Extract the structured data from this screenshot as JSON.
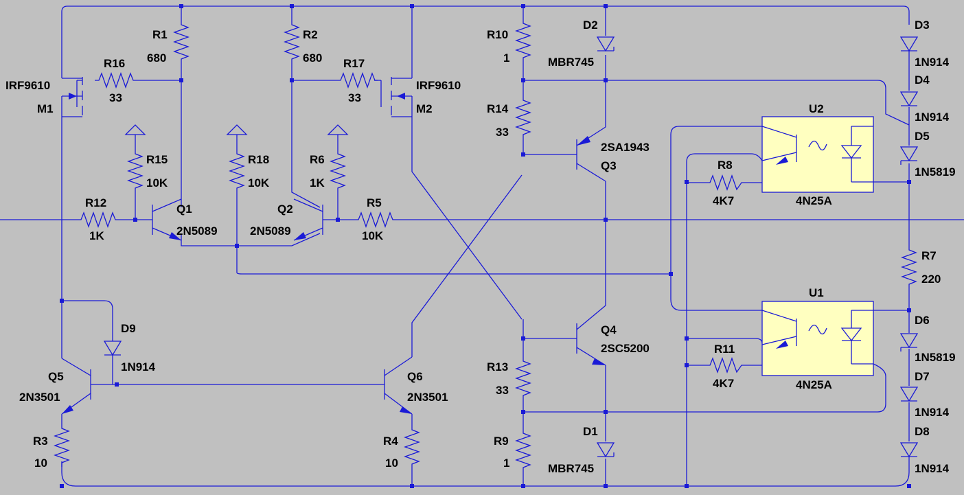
{
  "components": {
    "R1": {
      "ref": "R1",
      "value": "680"
    },
    "R2": {
      "ref": "R2",
      "value": "680"
    },
    "R3": {
      "ref": "R3",
      "value": "10"
    },
    "R4": {
      "ref": "R4",
      "value": "10"
    },
    "R5": {
      "ref": "R5",
      "value": "10K"
    },
    "R6": {
      "ref": "R6",
      "value": "1K"
    },
    "R7": {
      "ref": "R7",
      "value": "220"
    },
    "R8": {
      "ref": "R8",
      "value": "4K7"
    },
    "R9": {
      "ref": "R9",
      "value": "1"
    },
    "R10": {
      "ref": "R10",
      "value": "1"
    },
    "R11": {
      "ref": "R11",
      "value": "4K7"
    },
    "R12": {
      "ref": "R12",
      "value": "1K"
    },
    "R13": {
      "ref": "R13",
      "value": "33"
    },
    "R14": {
      "ref": "R14",
      "value": "33"
    },
    "R15": {
      "ref": "R15",
      "value": "10K"
    },
    "R16": {
      "ref": "R16",
      "value": "33"
    },
    "R17": {
      "ref": "R17",
      "value": "33"
    },
    "R18": {
      "ref": "R18",
      "value": "10K"
    },
    "M1": {
      "ref": "M1",
      "value": "IRF9610"
    },
    "M2": {
      "ref": "M2",
      "value": "IRF9610"
    },
    "Q1": {
      "ref": "Q1",
      "value": "2N5089"
    },
    "Q2": {
      "ref": "Q2",
      "value": "2N5089"
    },
    "Q3": {
      "ref": "Q3",
      "value": "2SA1943"
    },
    "Q4": {
      "ref": "Q4",
      "value": "2SC5200"
    },
    "Q5": {
      "ref": "Q5",
      "value": "2N3501"
    },
    "Q6": {
      "ref": "Q6",
      "value": "2N3501"
    },
    "D1": {
      "ref": "D1",
      "value": "MBR745"
    },
    "D2": {
      "ref": "D2",
      "value": "MBR745"
    },
    "D3": {
      "ref": "D3",
      "value": "1N914"
    },
    "D4": {
      "ref": "D4",
      "value": "1N914"
    },
    "D5": {
      "ref": "D5",
      "value": "1N5819"
    },
    "D6": {
      "ref": "D6",
      "value": "1N5819"
    },
    "D7": {
      "ref": "D7",
      "value": "1N914"
    },
    "D8": {
      "ref": "D8",
      "value": "1N914"
    },
    "D9": {
      "ref": "D9",
      "value": "1N914"
    },
    "U1": {
      "ref": "U1",
      "value": "4N25A"
    },
    "U2": {
      "ref": "U2",
      "value": "4N25A"
    }
  },
  "colors": {
    "wire": "#1a1ad6",
    "background": "#c0c0c0",
    "opto_fill": "#ffffc0",
    "text": "#000000"
  }
}
